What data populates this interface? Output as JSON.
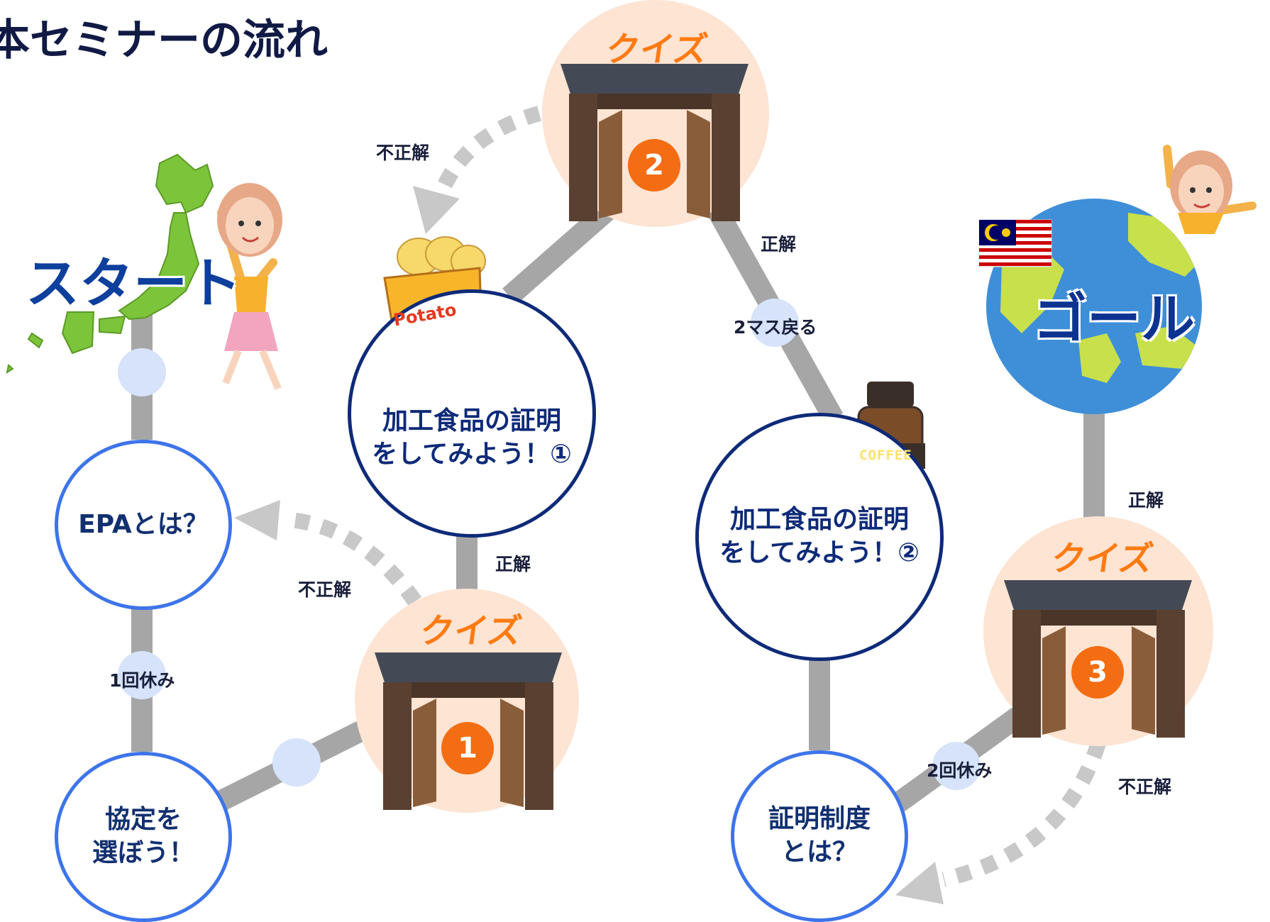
{
  "title": "本セミナーの流れ",
  "start_label": "スタート",
  "goal_label": "ゴール",
  "nodes": {
    "epa": "EPAとは？",
    "agreement": [
      "協定を",
      "選ぼう！"
    ],
    "processed_food_1": [
      "加工食品の証明",
      "をしてみよう！①"
    ],
    "processed_food_2": [
      "加工食品の証明",
      "をしてみよう！②"
    ],
    "certification": [
      "証明制度",
      "とは？"
    ]
  },
  "quizzes": [
    {
      "label": "クイズ",
      "number": "1"
    },
    {
      "label": "クイズ",
      "number": "2"
    },
    {
      "label": "クイズ",
      "number": "3"
    }
  ],
  "path_labels": {
    "rest_1": "1回休み",
    "rest_2": "2回休み",
    "back_2": "2マス戻る",
    "correct": "正解",
    "incorrect": "不正解"
  },
  "product_labels": {
    "potato": "Potato",
    "coffee": "COFFEE"
  },
  "colors": {
    "title": "#111a44",
    "node_border_blue": "#3d74ea",
    "node_border_navy": "#0e2a78",
    "path": "#a6a6a6",
    "space_dot": "#d6e3fb",
    "quiz_circle": "#fde4d3",
    "quiz_text": "#ff7a10",
    "quiz_number": "#f46d12",
    "dashed_arrow": "#c8c8c8"
  }
}
